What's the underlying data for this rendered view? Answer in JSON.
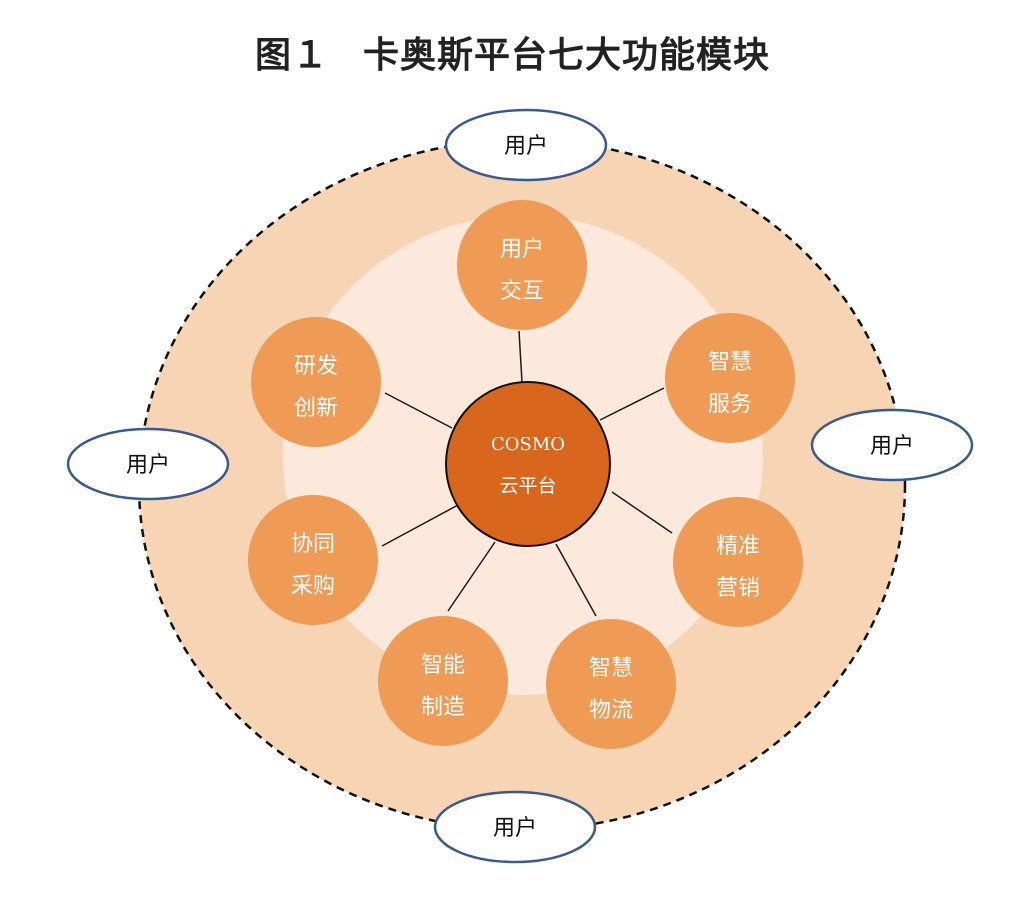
{
  "title": {
    "figure_no": "图１",
    "text": "卡奥斯平台七大功能模块"
  },
  "center": {
    "line1": "COSMO",
    "line2": "云平台"
  },
  "modules": [
    {
      "line1": "用户",
      "line2": "交互"
    },
    {
      "line1": "智慧",
      "line2": "服务"
    },
    {
      "line1": "精准",
      "line2": "营销"
    },
    {
      "line1": "智慧",
      "line2": "物流"
    },
    {
      "line1": "智能",
      "line2": "制造"
    },
    {
      "line1": "协同",
      "line2": "采购"
    },
    {
      "line1": "研发",
      "line2": "创新"
    }
  ],
  "users": [
    {
      "label": "用户"
    },
    {
      "label": "用户"
    },
    {
      "label": "用户"
    },
    {
      "label": "用户"
    }
  ],
  "colors": {
    "outer_ring": "#f6d4b4",
    "inner_disc": "#fce9dc",
    "module_fill": "#ef9a55",
    "center_fill": "#d8661c",
    "user_stroke": "#3a5a88",
    "connector": "#1a1a1a"
  }
}
